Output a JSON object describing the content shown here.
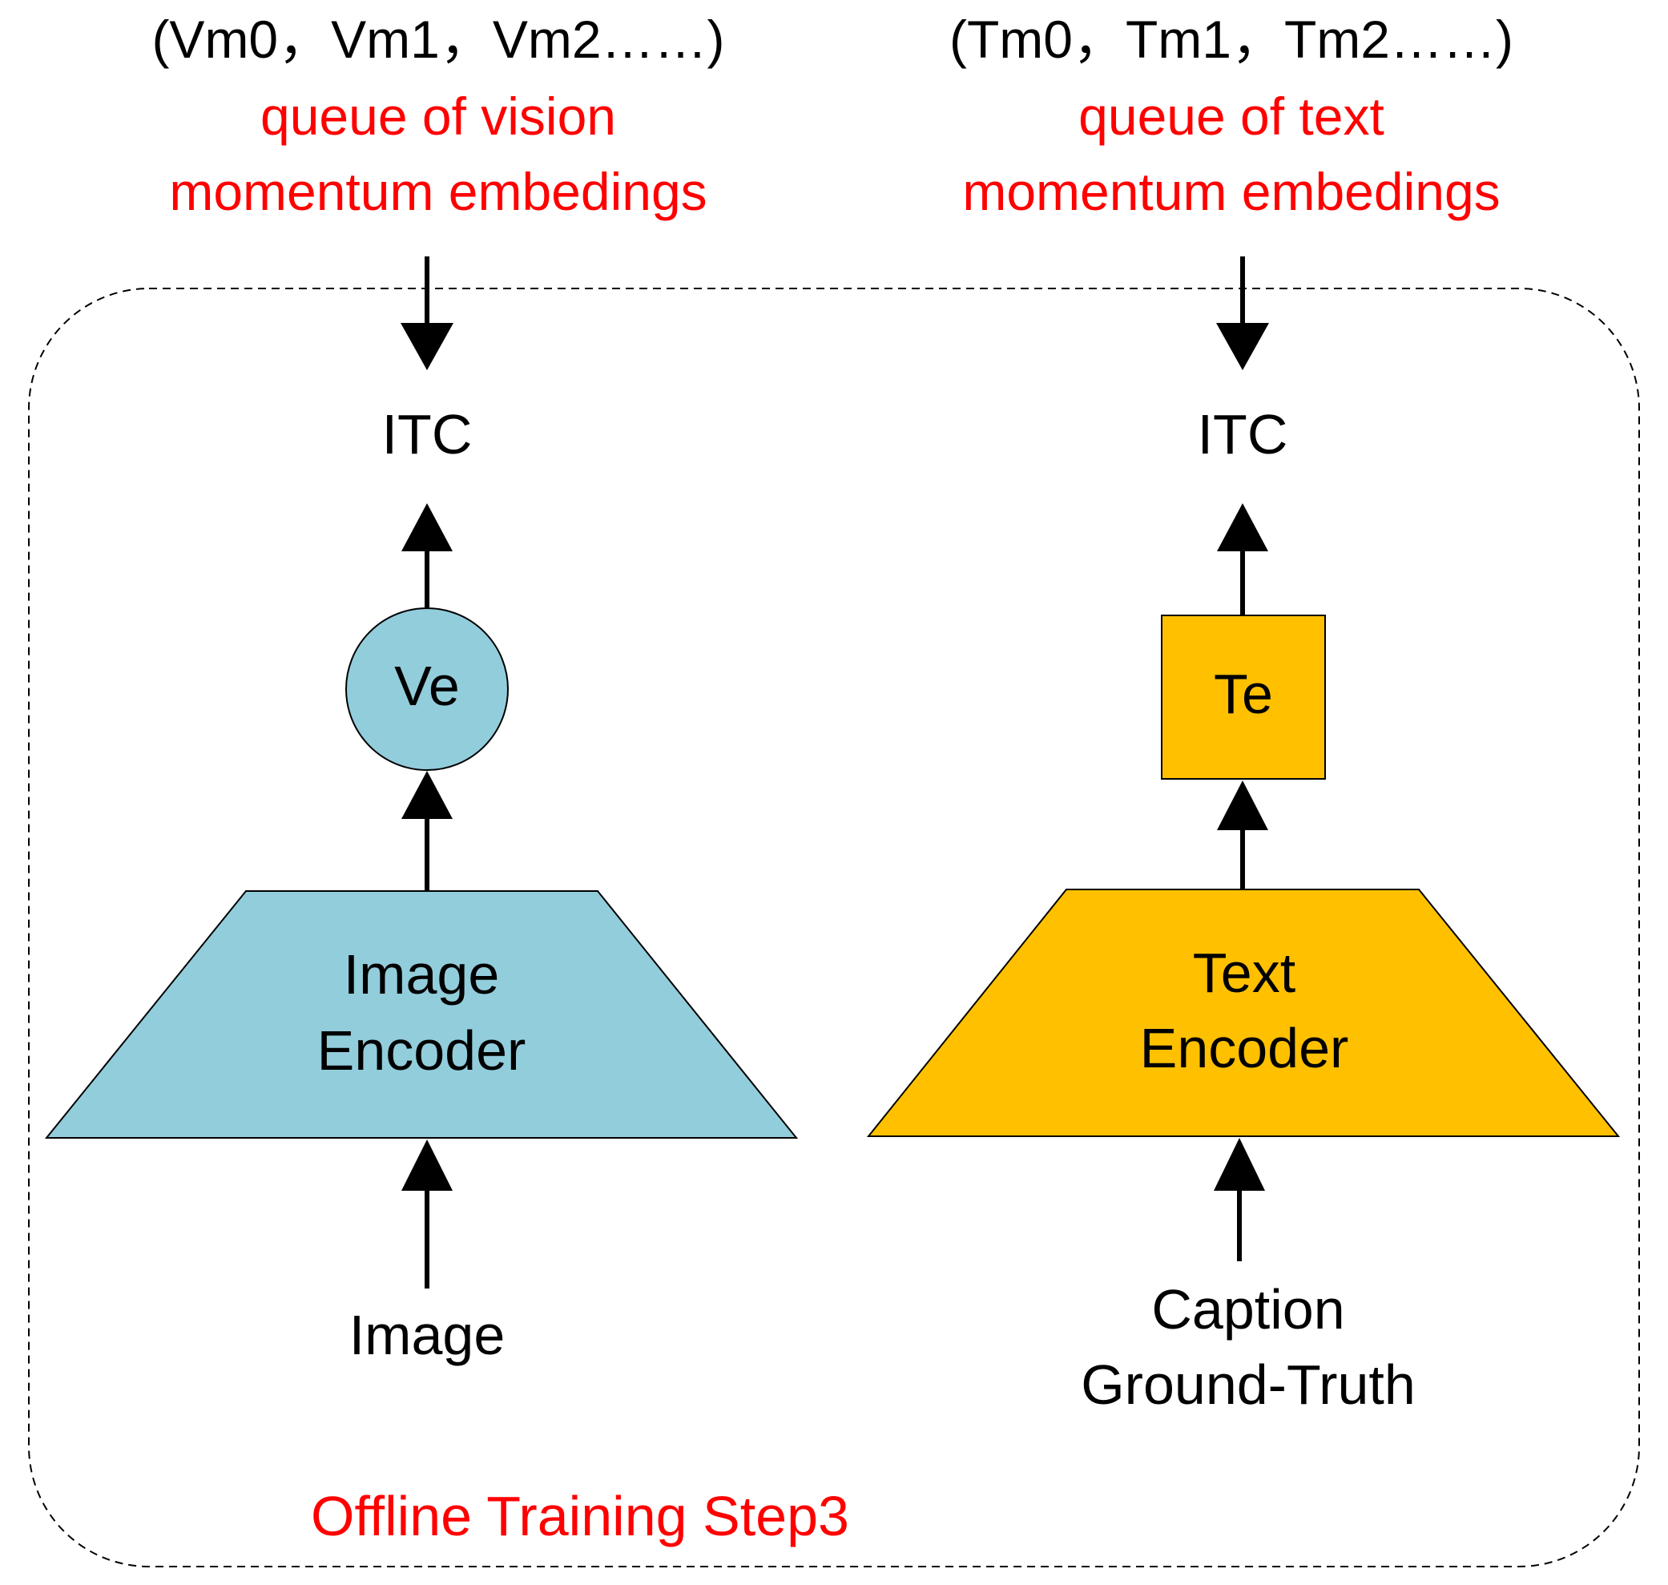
{
  "vision_queue": {
    "tuple": "(Vm0，Vm1，Vm2……)",
    "caption_line1": "queue of vision",
    "caption_line2": "momentum embedings"
  },
  "text_queue": {
    "tuple": "(Tm0，Tm1，Tm2……)",
    "caption_line1": "queue of text",
    "caption_line2": "momentum embedings"
  },
  "left_branch": {
    "itc": "ITC",
    "embedding": "Ve",
    "encoder_line1": "Image",
    "encoder_line2": "Encoder",
    "input": "Image"
  },
  "right_branch": {
    "itc": "ITC",
    "embedding": "Te",
    "encoder_line1": "Text",
    "encoder_line2": "Encoder",
    "input_line1": "Caption",
    "input_line2": "Ground-Truth"
  },
  "footer": {
    "label": "Offline Training Step3"
  },
  "colors": {
    "vision": "#92cddc",
    "text": "#ffc000",
    "accent_text": "#ff0000"
  }
}
